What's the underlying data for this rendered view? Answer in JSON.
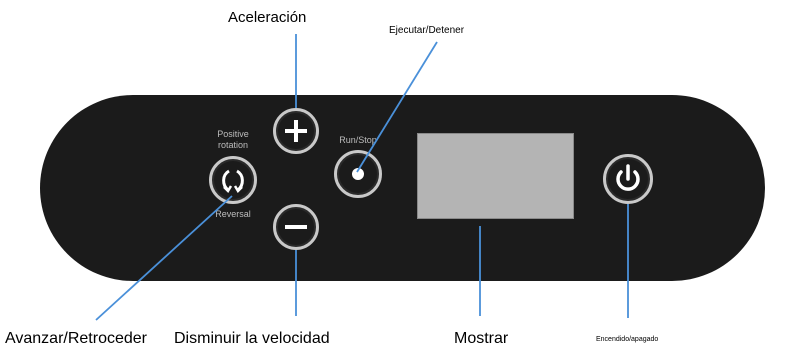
{
  "callouts": {
    "acceleration": "Aceleración",
    "run_stop": "Ejecutar/Detener",
    "forward_reverse": "Avanzar/Retroceder",
    "decrease_speed": "Disminuir la velocidad",
    "display": "Mostrar",
    "power": "Encendido/apagado"
  },
  "panel_labels": {
    "positive": "Positive",
    "rotation": "rotation",
    "reversal": "Reversal",
    "run_stop": "Run/Stop"
  },
  "icons": {
    "increase": "plus-icon",
    "decrease": "minus-icon",
    "direction": "rotation-arrows-icon",
    "run_stop": "dot-icon",
    "power": "power-icon"
  },
  "colors": {
    "panel": "#1b1b1b",
    "button_ring": "#c9c9c9",
    "display": "#b4b4b4",
    "leader_line": "#4a90d9"
  }
}
